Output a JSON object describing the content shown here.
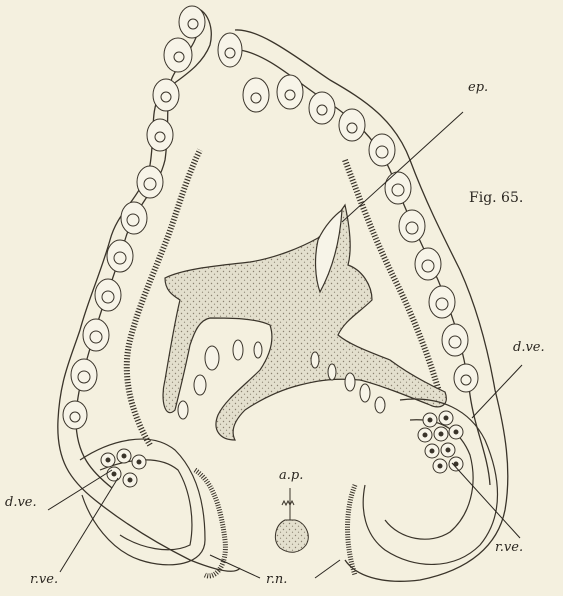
{
  "figure": {
    "title": "Fig. 65.",
    "labels": {
      "ep": "ep.",
      "dve_right": "d.ve.",
      "dve_left": "d.ve.",
      "rve_right": "r.ve.",
      "rve_left": "r.ve.",
      "ap": "a.p.",
      "rn": "r.n."
    }
  },
  "colors": {
    "background": "#f4f0df",
    "ink": "#2a2620",
    "tissue": "#d9d4c2",
    "cell_fill": "#f7f4e8"
  }
}
